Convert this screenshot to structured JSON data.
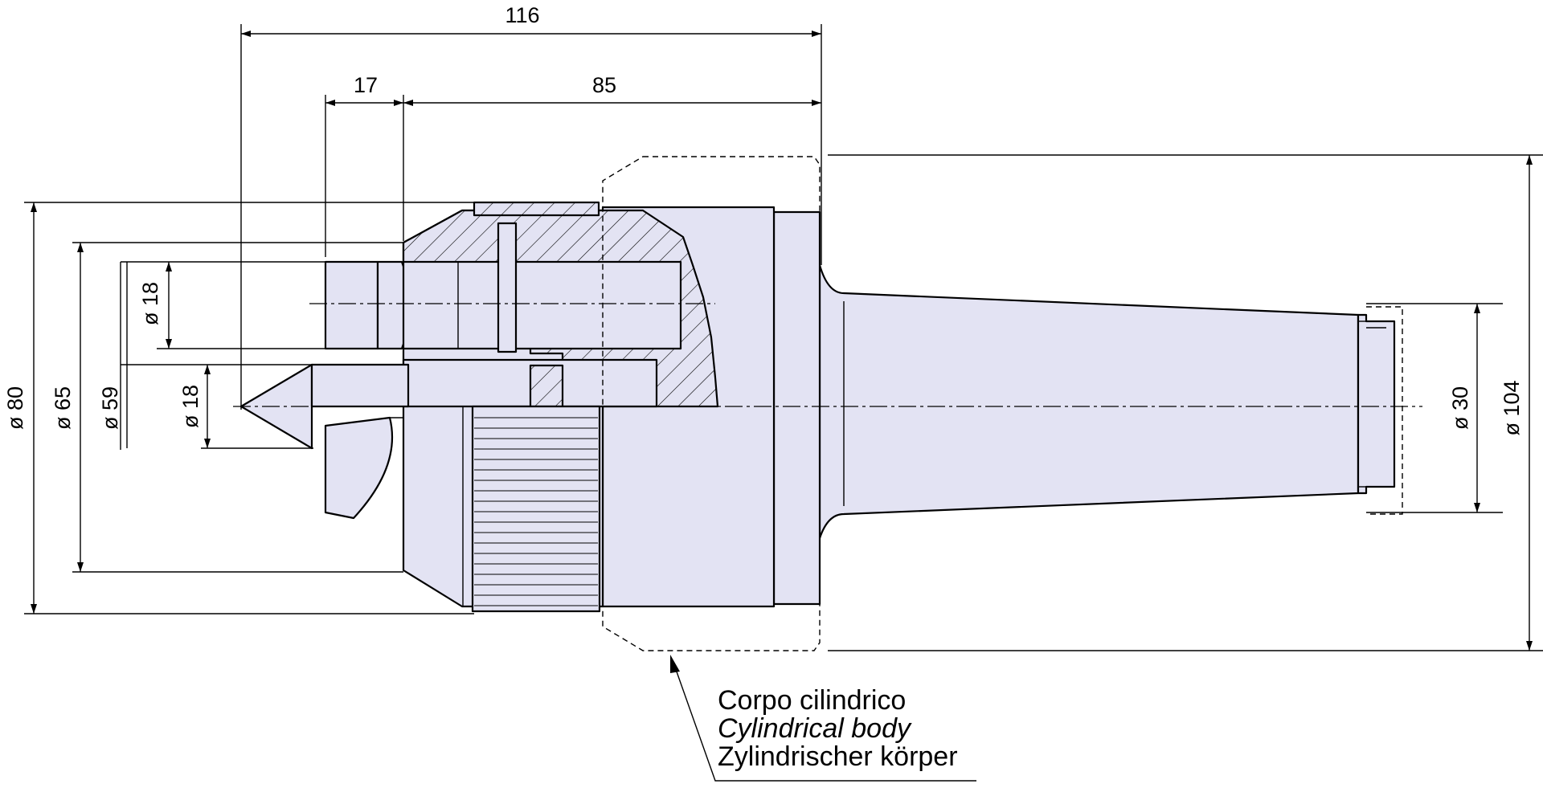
{
  "dimensions": {
    "overall_length": "116",
    "length_17": "17",
    "length_85": "85",
    "dia_80": "ø 80",
    "dia_65": "ø 65",
    "dia_59": "ø 59",
    "dia_18_upper": "ø 18",
    "dia_18_lower": "ø 18",
    "dia_30": "ø 30",
    "dia_104": "ø 104"
  },
  "note": {
    "line_it": "Corpo cilindrico",
    "line_en": "Cylindrical body",
    "line_de": "Zylindrischer körper"
  },
  "colors": {
    "part_fill": "#e3e3f3",
    "line": "#000000"
  }
}
